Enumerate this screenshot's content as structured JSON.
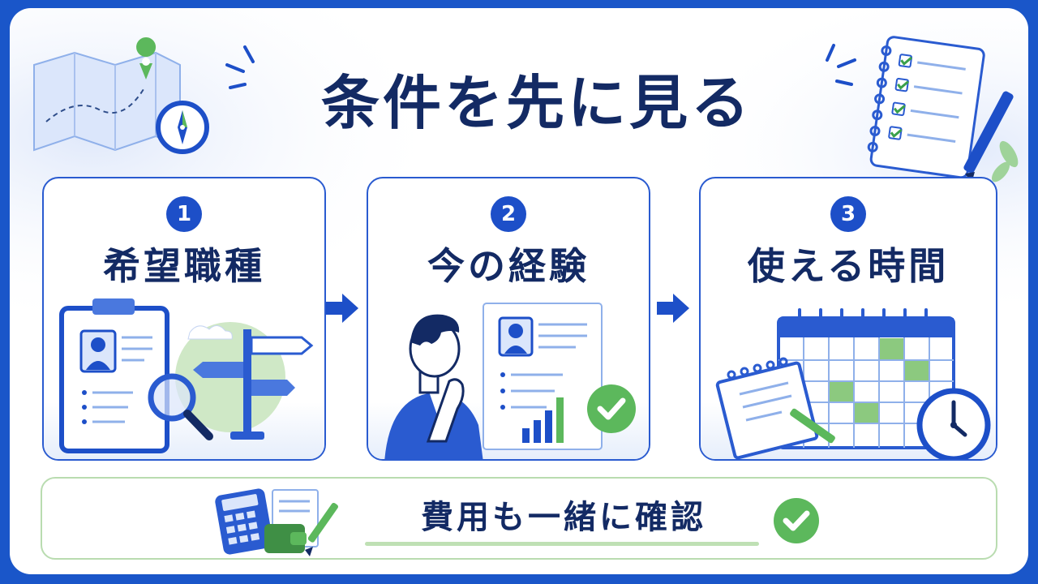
{
  "title": "条件を先に見る",
  "steps": [
    {
      "number": "1",
      "label": "希望職種"
    },
    {
      "number": "2",
      "label": "今の経験"
    },
    {
      "number": "3",
      "label": "使える時間"
    }
  ],
  "footer": {
    "text": "費用も一緒に確認"
  },
  "colors": {
    "frame": "#1a56c9",
    "primary": "#1d4fc8",
    "title_text": "#132a64",
    "accent_green": "#5cb85c",
    "light_green": "#bfe0b4"
  },
  "icons": [
    "map-icon",
    "compass-icon",
    "checklist-notebook-icon",
    "pen-icon",
    "leaf-icon",
    "clipboard-profile-icon",
    "magnifier-icon",
    "signpost-icon",
    "thinking-person-icon",
    "resume-chart-icon",
    "check-badge-icon",
    "calendar-icon",
    "notepad-icon",
    "clock-icon",
    "calculator-icon",
    "wallet-icon",
    "arrow-right-icon"
  ]
}
